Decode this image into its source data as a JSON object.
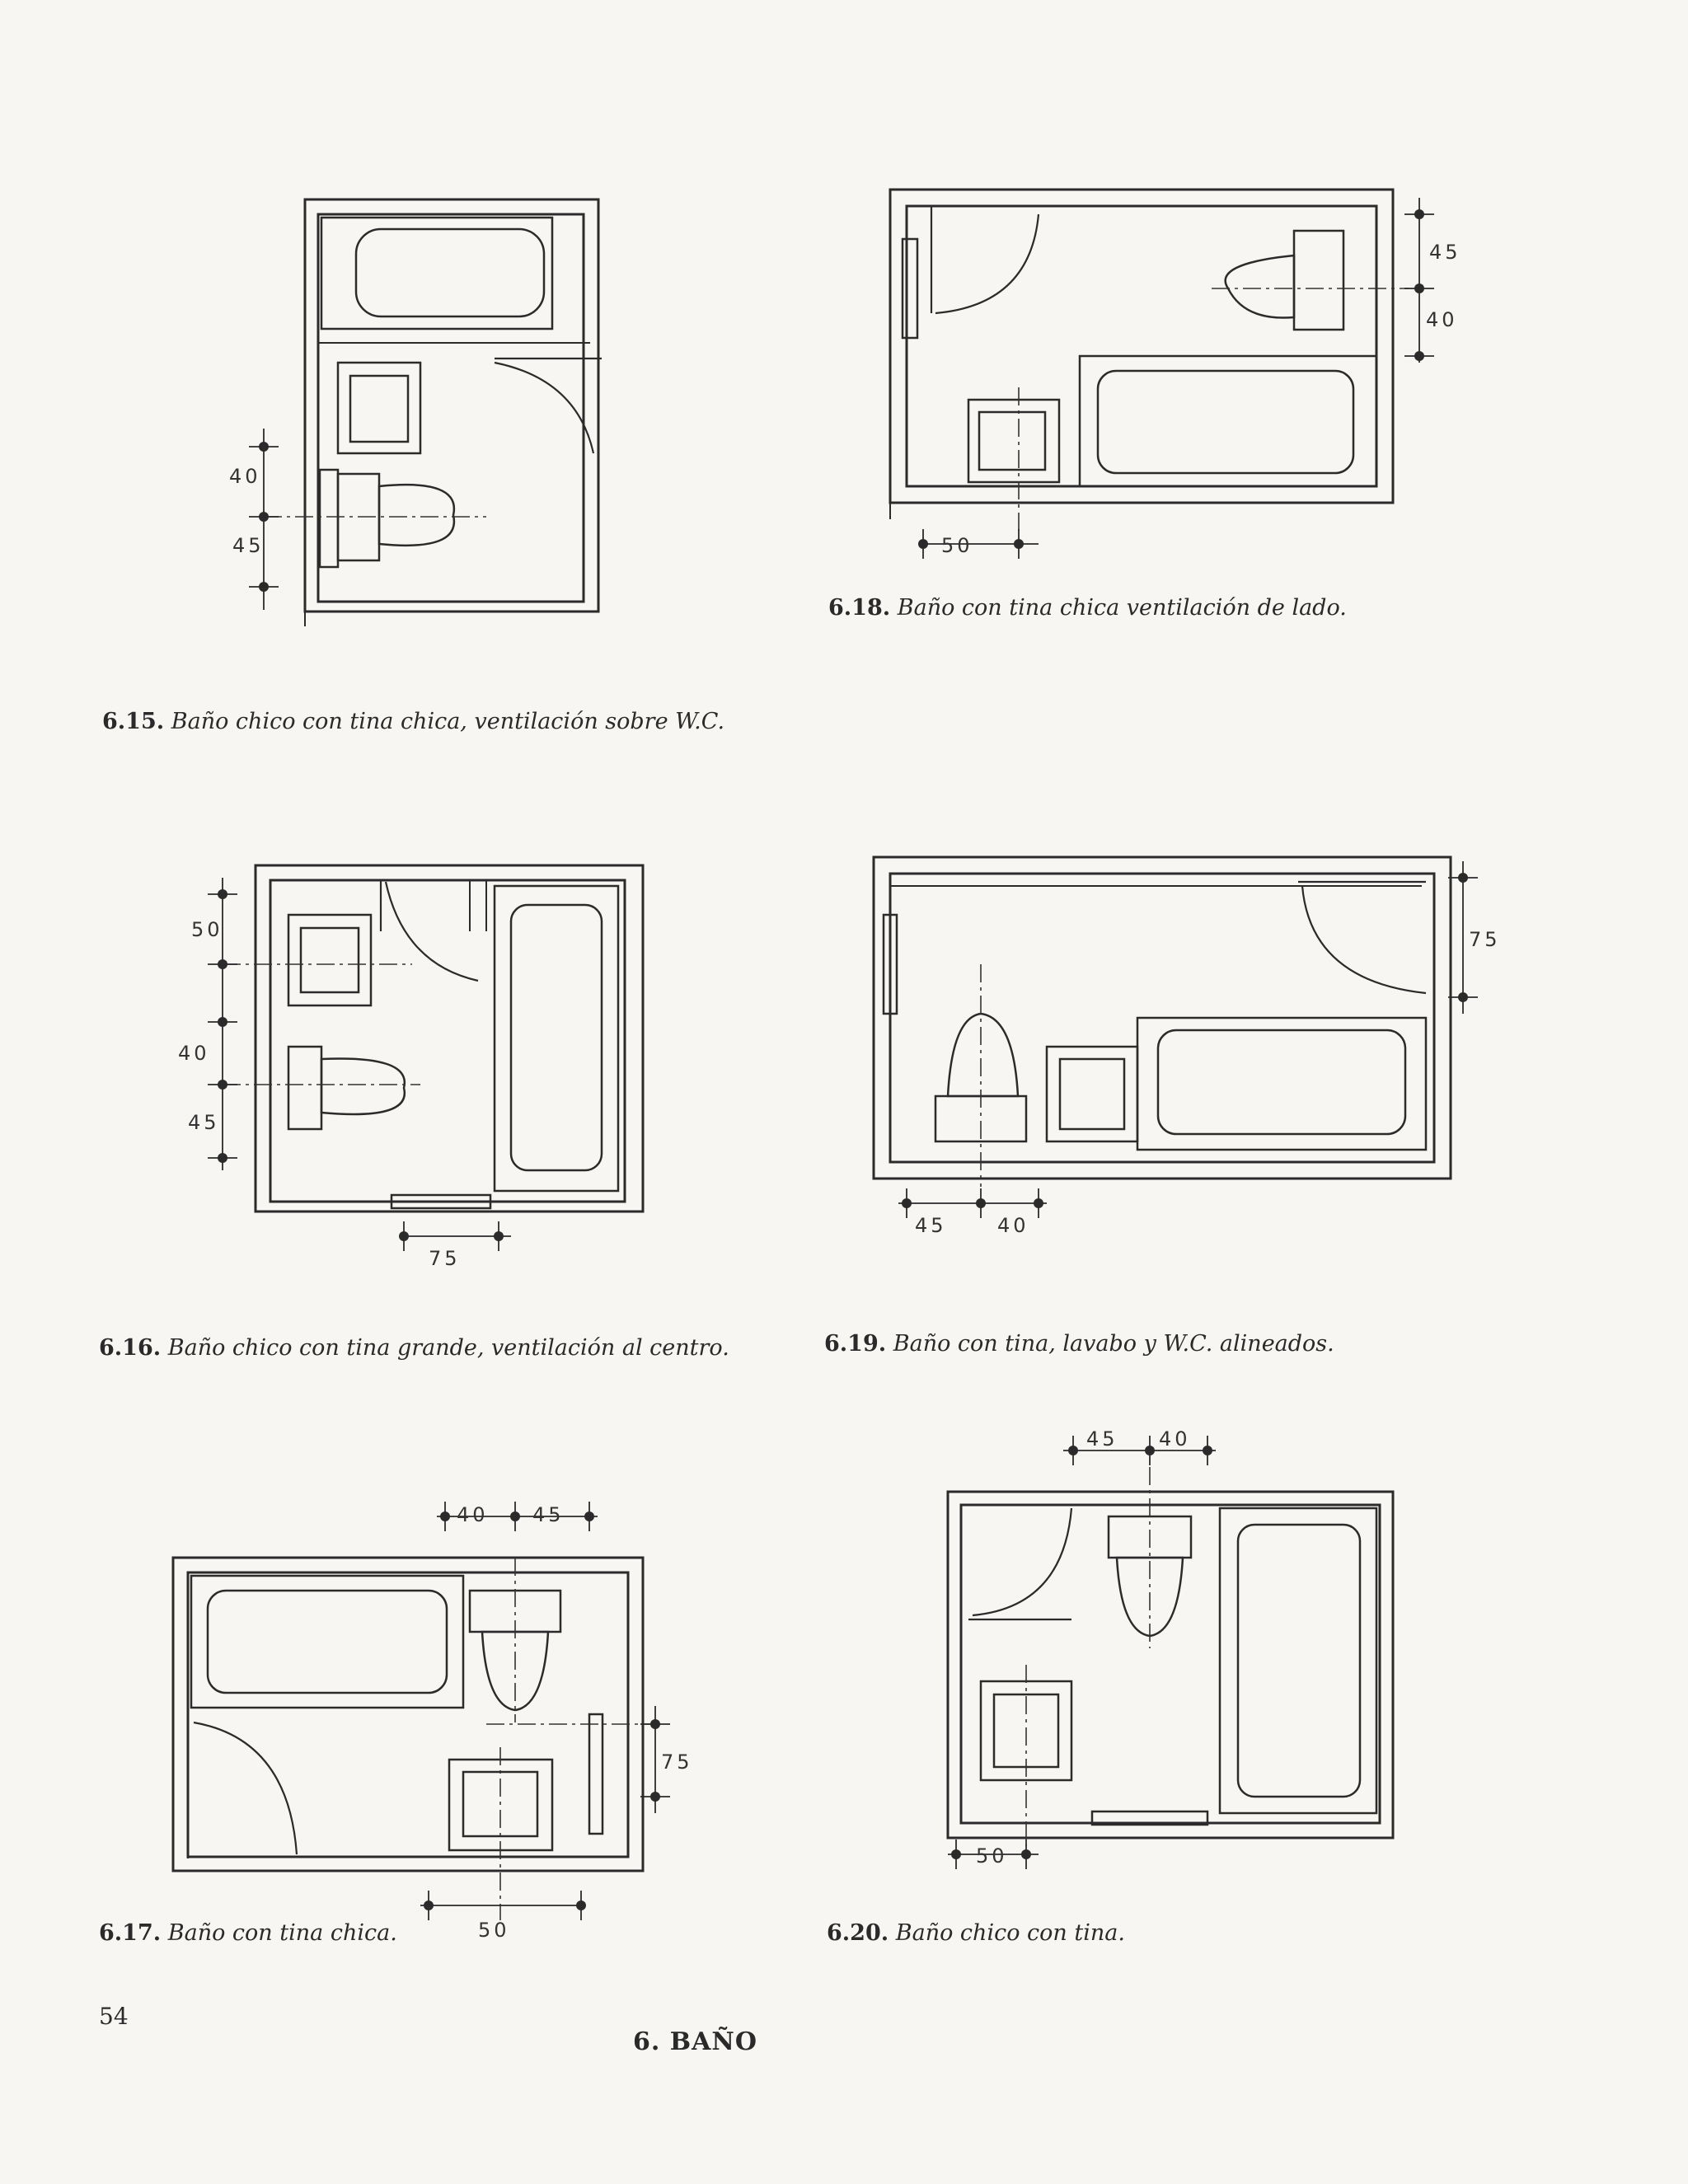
{
  "page": {
    "number": "54",
    "section": "6. BAÑO"
  },
  "figures": [
    {
      "id": "6.15",
      "number": "6.15.",
      "title": "Baño chico con tina chica, ventilación sobre W.C.",
      "dims": [
        "40",
        "45"
      ]
    },
    {
      "id": "6.18",
      "number": "6.18.",
      "title": "Baño con tina chica ventilación de lado.",
      "dims": [
        "45",
        "40",
        "50"
      ]
    },
    {
      "id": "6.16",
      "number": "6.16.",
      "title": "Baño chico con tina grande, ventilación al centro.",
      "dims": [
        "50",
        "40",
        "45",
        "75"
      ]
    },
    {
      "id": "6.19",
      "number": "6.19.",
      "title": "Baño con tina, lavabo y W.C. alineados.",
      "dims": [
        "75",
        "45",
        "40"
      ]
    },
    {
      "id": "6.17",
      "number": "6.17.",
      "title": "Baño con tina chica.",
      "dims": [
        "40",
        "45",
        "75",
        "50"
      ]
    },
    {
      "id": "6.20",
      "number": "6.20.",
      "title": "Baño chico con tina.",
      "dims": [
        "45",
        "40",
        "50"
      ]
    }
  ]
}
